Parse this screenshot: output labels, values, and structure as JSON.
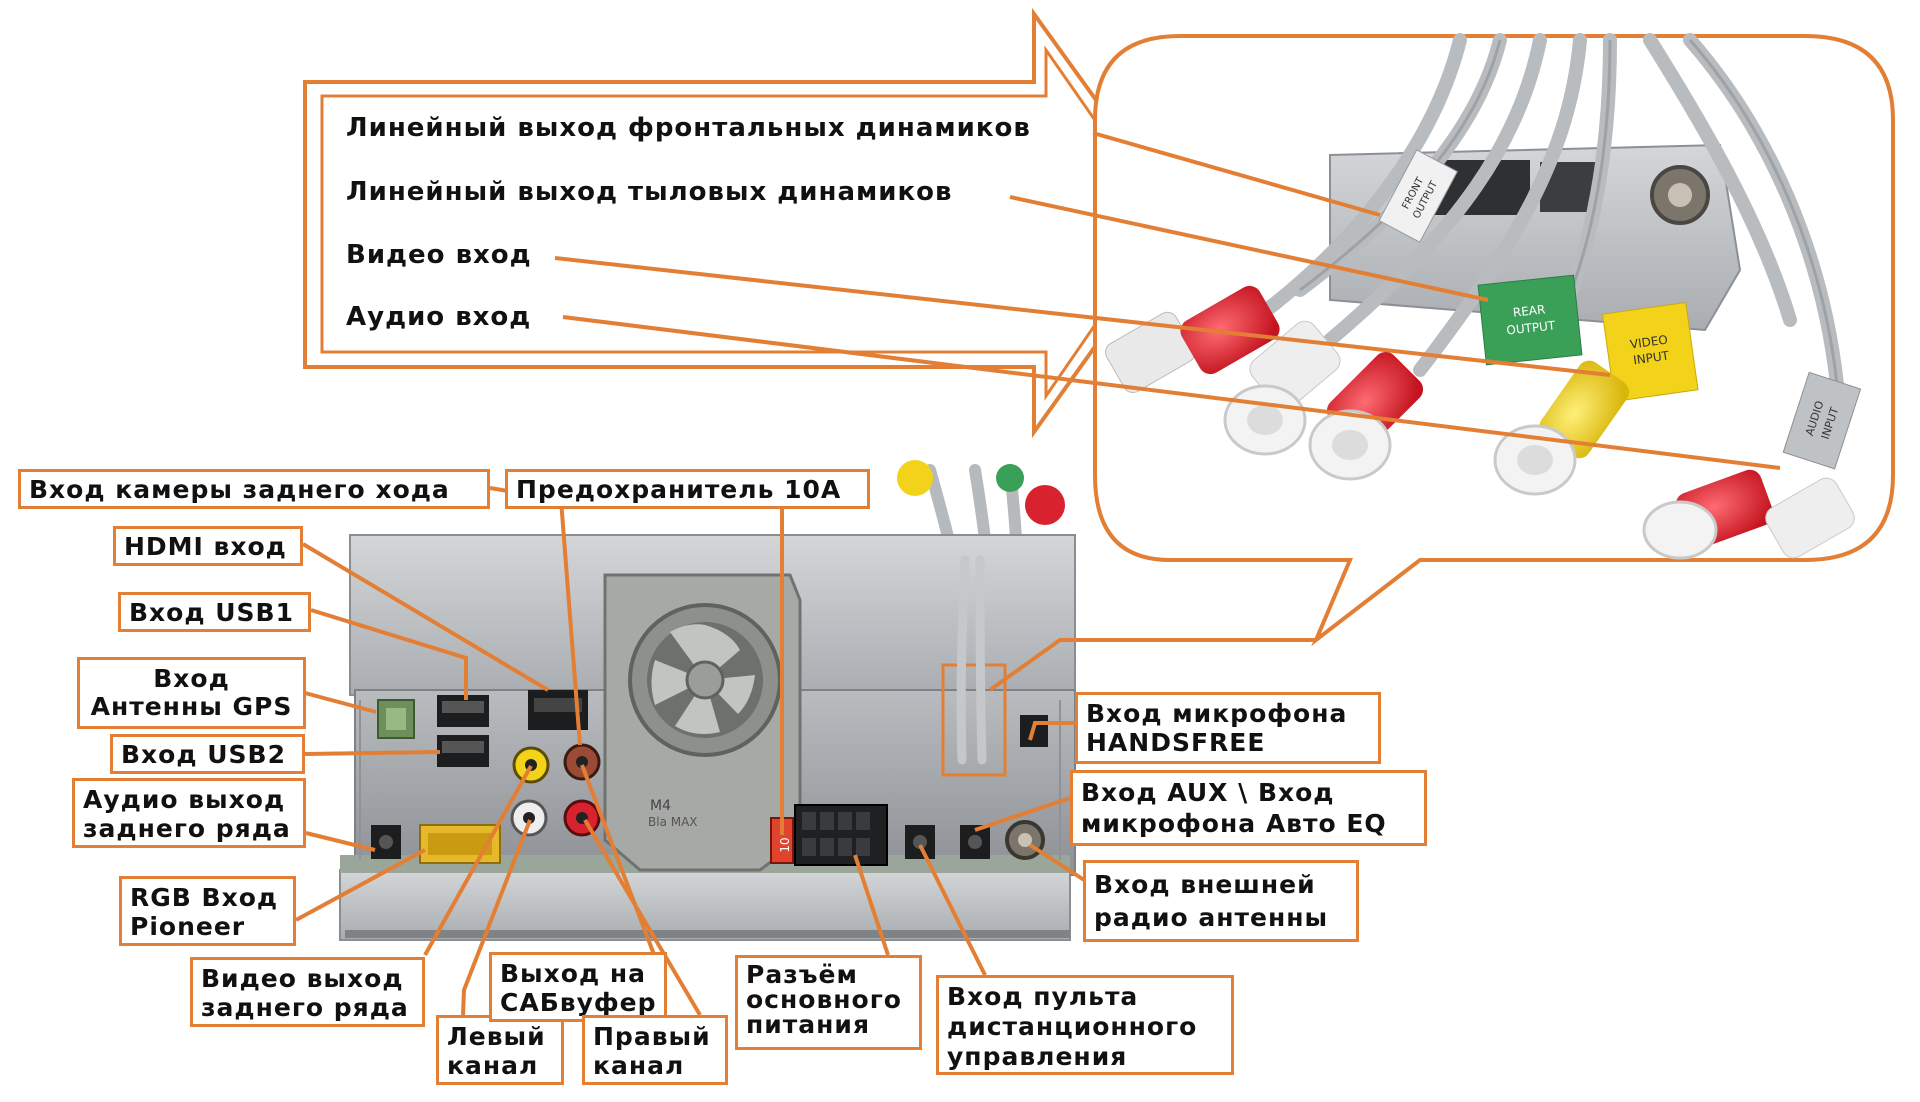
{
  "colors": {
    "accent": "#e37f34",
    "rca_red": "#d8232f",
    "rca_yellow": "#f3d21a",
    "tag_green": "#3aa058"
  },
  "arrow_labels": {
    "front": "Линейный выход фронтальных динамиков",
    "rear": "Линейный выход тыловых динамиков",
    "video_in": "Видео вход",
    "audio_in": "Аудио вход"
  },
  "tags": {
    "front_l1": "FRONT",
    "front_l2": "OUTPUT",
    "rear_l1": "REAR",
    "rear_l2": "OUTPUT",
    "video_l1": "VIDEO",
    "video_l2": "INPUT",
    "audio_l1": "AUDIO",
    "audio_l2": "INPUT"
  },
  "unit_marks": {
    "fuse": "10",
    "brand": "Bla MAX",
    "badge": "M4"
  },
  "labels": {
    "camera": "Вход камеры заднего хода",
    "fuse": "Предохранитель 10А",
    "hdmi": "HDMI вход",
    "usb1": "Вход USB1",
    "gps_l1": "Вход",
    "gps_l2": "Антенны GPS",
    "usb2": "Вход USB2",
    "rear_audio_l1": "Аудио выход",
    "rear_audio_l2": "заднего ряда",
    "rgb_l1": "RGB Вход",
    "rgb_l2": "Pioneer",
    "rear_video_l1": "Видео выход",
    "rear_video_l2": "заднего ряда",
    "left_l1": "Левый",
    "left_l2": "канал",
    "sub_l1": "Выход на",
    "sub_l2": "САБвуфер",
    "right_l1": "Правый",
    "right_l2": "канал",
    "power_l1": "Разъём",
    "power_l2": "основного",
    "power_l3": "питания",
    "remote_l1": "Вход пульта",
    "remote_l2": "дистанционного",
    "remote_l3": "управления",
    "mic_l1": "Вход микрофона",
    "mic_l2": "HANDSFREE",
    "aux_l1": "Вход AUX \\ Вход",
    "aux_l2": "микрофона Авто EQ",
    "ext_ant_l1": "Вход внешней",
    "ext_ant_l2": "радио антенны"
  }
}
